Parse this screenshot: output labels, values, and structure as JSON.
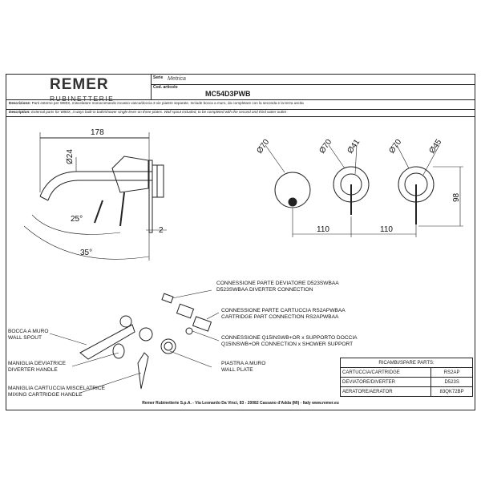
{
  "title_block": {
    "brand": "REMER",
    "brand_sub": "RUBINETTERIE",
    "series_label": "Serie",
    "series_value": "Metrica",
    "code_label": "Cod. articolo",
    "code_value": "MC54D3PWB",
    "description_label": "Descrizione:",
    "description_text": "Parti esterne per W80X, miscelatore monocomando incasso vasca/doccia 3 vie piastre separate. Include bocca a muro, da completare con la seconda e la terza uscita",
    "description_en_label": "Description:",
    "description_en_text": "External parts for W80X, 3 ways built-in bath/shower single lever on three plates. Wall spout included, to be completed with the second and third water outlet"
  },
  "dimensions": {
    "length": "178",
    "spout_dia": "Ø24",
    "angle1": "25°",
    "angle2": "35°",
    "plate_gap": "2",
    "plate_dia_1": "Ø70",
    "plate_dia_2": "Ø70",
    "hole_dia_2": "Ø41",
    "plate_dia_3": "Ø70",
    "hole_dia_3": "Ø45",
    "spacing_1": "110",
    "spacing_2": "110",
    "height": "98"
  },
  "callouts": {
    "diverter_conn_it": "CONNESSIONE PARTE DEVIATORE  D523SWBAA",
    "diverter_conn_en": "D523SWBAA DIVERTER CONNECTION",
    "cartridge_conn_it": "CONNESSIONE PARTE CARTUCCIA RS2APWBAA",
    "cartridge_conn_en": "CARTRIDGE PART CONNECTION RS2APWBAA",
    "shower_conn_it": "CONNESSIONE Q15INSWB+OR x SUPPORTO DOCCIA",
    "shower_conn_en": "Q15INSWB+OR CONNECTION x SHOWER SUPPORT",
    "spout_it": "BOCCA A MURO",
    "spout_en": "WALL SPOUT",
    "diverter_handle_it": "MANIGLIA DEVIATRICE",
    "diverter_handle_en": "DIVERTER HANDLE",
    "plate_it": "PIASTRA A MURO",
    "plate_en": "WALL PLATE",
    "mixing_handle_it": "MANIGLIA CARTUCCIA MISCELATRICE",
    "mixing_handle_en": "MIXING CARTRIDGE HANDLE"
  },
  "spare_parts": {
    "header": "RICAMBI/SPARE PARTS:",
    "rows": [
      {
        "name": "CARTUCCIA/CARTRIDGE",
        "code": "RS2AP"
      },
      {
        "name": "DEVIATORE/DIVERTER",
        "code": "D523S"
      },
      {
        "name": "AERATORE/AERATOR",
        "code": "83QK72BP"
      }
    ]
  },
  "footer": "Remer Rubinetterie S.p.A. - Via Leonardo Da Vinci, 83 - 20082 Cassano d'Adda (MI) - Italy www.remer.eu"
}
